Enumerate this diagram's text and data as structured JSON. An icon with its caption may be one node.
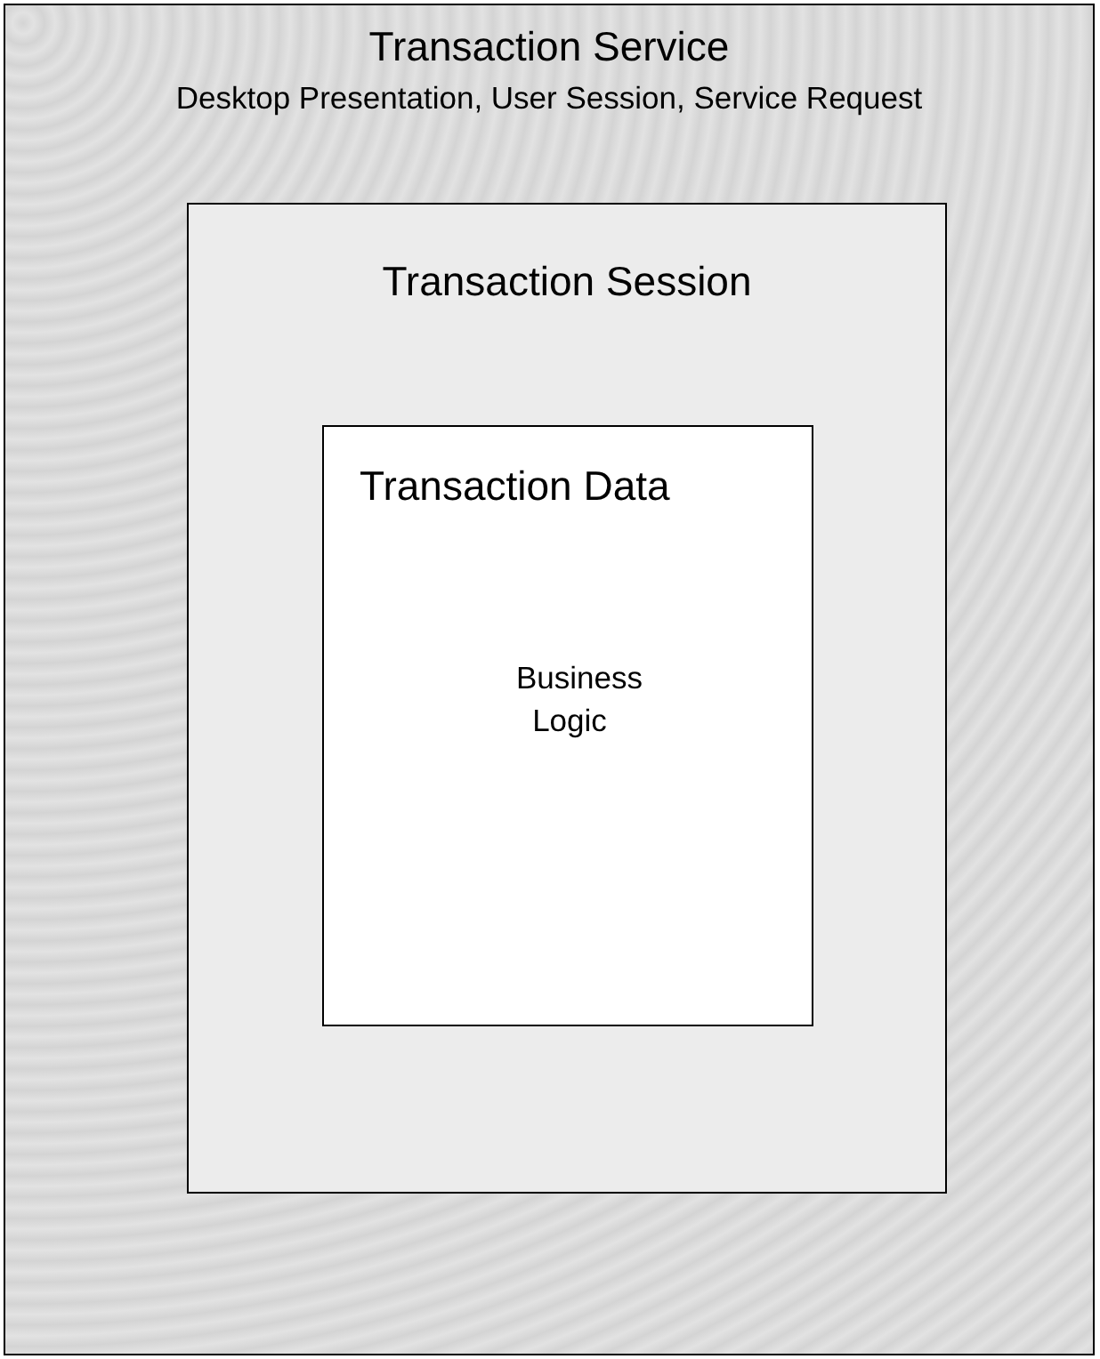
{
  "diagram": {
    "nodes": [
      {
        "text": [
          "Transaction Service",
          "Desktop Presentation, User Session, Service Request"
        ]
      },
      {
        "text": [
          "Transaction Session"
        ],
        "in": 0
      },
      {
        "text": [
          "Transaction Data",
          "Business Logic"
        ],
        "in": 1
      }
    ]
  }
}
